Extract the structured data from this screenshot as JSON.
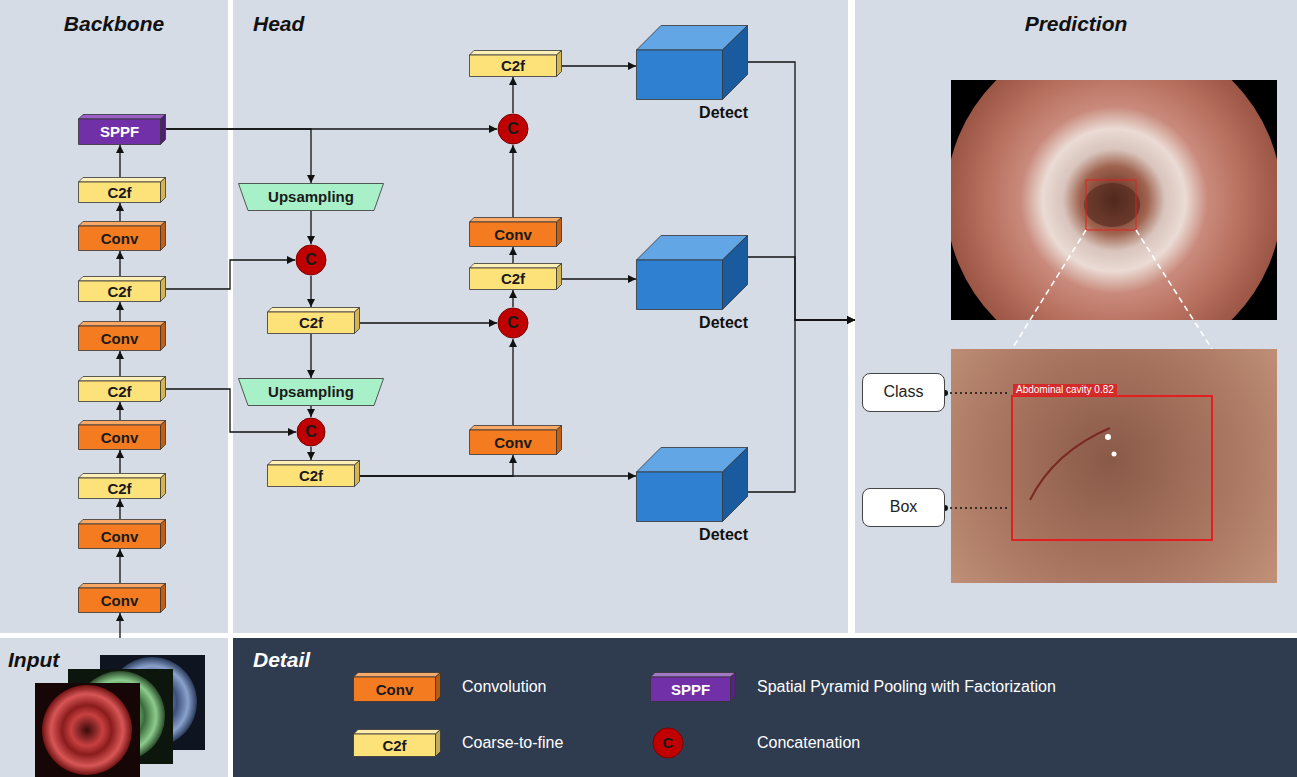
{
  "diagram": {
    "nodes": [
      {
        "text": [
          "Backbone"
        ]
      },
      {
        "text": [
          "Head"
        ]
      },
      {
        "text": [
          "Prediction"
        ]
      },
      {
        "text": [
          "Input"
        ]
      },
      {
        "text": [
          "Detail"
        ]
      },
      {
        "text": [
          "Conv"
        ],
        "in": 0
      },
      {
        "text": [
          "Conv"
        ],
        "in": 0
      },
      {
        "text": [
          "C2f"
        ],
        "in": 0
      },
      {
        "text": [
          "Conv"
        ],
        "in": 0
      },
      {
        "text": [
          "C2f"
        ],
        "in": 0
      },
      {
        "text": [
          "Conv"
        ],
        "in": 0
      },
      {
        "text": [
          "C2f"
        ],
        "in": 0
      },
      {
        "text": [
          "Conv"
        ],
        "in": 0
      },
      {
        "text": [
          "C2f"
        ],
        "in": 0
      },
      {
        "text": [
          "SPPF"
        ],
        "in": 0
      },
      {
        "text": [
          "Upsampling"
        ],
        "in": 1
      },
      {
        "text": [
          "C"
        ],
        "in": 1
      },
      {
        "text": [
          "C2f"
        ],
        "in": 1
      },
      {
        "text": [
          "Upsampling"
        ],
        "in": 1
      },
      {
        "text": [
          "C"
        ],
        "in": 1
      },
      {
        "text": [
          "C2f"
        ],
        "in": 1
      },
      {
        "text": [
          "Conv"
        ],
        "in": 1
      },
      {
        "text": [
          "C"
        ],
        "in": 1
      },
      {
        "text": [
          "C2f"
        ],
        "in": 1
      },
      {
        "text": [
          "Conv"
        ],
        "in": 1
      },
      {
        "text": [
          "C"
        ],
        "in": 1
      },
      {
        "text": [
          "C2f"
        ],
        "in": 1
      },
      {
        "text": [
          "Detect"
        ],
        "in": 1
      },
      {
        "text": [
          "Detect"
        ],
        "in": 1
      },
      {
        "text": [
          "Detect"
        ],
        "in": 1
      },
      {
        "text": [
          "Class"
        ],
        "in": 2
      },
      {
        "text": [
          "Box"
        ],
        "in": 2
      }
    ],
    "edges": [
      {
        "from": 3,
        "to": 5,
        "arrow": "to"
      },
      {
        "from": 5,
        "to": 6,
        "arrow": "to"
      },
      {
        "from": 6,
        "to": 7,
        "arrow": "to"
      },
      {
        "from": 7,
        "to": 8,
        "arrow": "to"
      },
      {
        "from": 8,
        "to": 9,
        "arrow": "to"
      },
      {
        "from": 9,
        "to": 10,
        "arrow": "to"
      },
      {
        "from": 10,
        "to": 11,
        "arrow": "to"
      },
      {
        "from": 11,
        "to": 12,
        "arrow": "to"
      },
      {
        "from": 12,
        "to": 13,
        "arrow": "to"
      },
      {
        "from": 13,
        "to": 14,
        "arrow": "to"
      },
      {
        "from": 14,
        "to": 15,
        "arrow": "to"
      },
      {
        "from": 14,
        "to": 25,
        "arrow": "to"
      },
      {
        "from": 11,
        "to": 16,
        "arrow": "to"
      },
      {
        "from": 15,
        "to": 16,
        "arrow": "to"
      },
      {
        "from": 16,
        "to": 17,
        "arrow": "to"
      },
      {
        "from": 17,
        "to": 18,
        "arrow": "to"
      },
      {
        "from": 18,
        "to": 19,
        "arrow": "to"
      },
      {
        "from": 9,
        "to": 19,
        "arrow": "to"
      },
      {
        "from": 19,
        "to": 20,
        "arrow": "to"
      },
      {
        "from": 17,
        "to": 22,
        "arrow": "to"
      },
      {
        "from": 20,
        "to": 29,
        "arrow": "to"
      },
      {
        "from": 20,
        "to": 21,
        "arrow": "to"
      },
      {
        "from": 21,
        "to": 22,
        "arrow": "to"
      },
      {
        "from": 22,
        "to": 23,
        "arrow": "to"
      },
      {
        "from": 23,
        "to": 24,
        "arrow": "to"
      },
      {
        "from": 24,
        "to": 25,
        "arrow": "to"
      },
      {
        "from": 25,
        "to": 26,
        "arrow": "to"
      },
      {
        "from": 26,
        "to": 27,
        "arrow": "to"
      },
      {
        "from": 23,
        "to": 28,
        "arrow": "to"
      },
      {
        "from": 27,
        "to": 2,
        "arrow": "to"
      },
      {
        "from": 28,
        "to": 2,
        "arrow": "to"
      },
      {
        "from": 29,
        "to": 2,
        "arrow": "to"
      }
    ],
    "labels": [
      "Abdominal cavity 0.82",
      "Conv",
      "SPPF",
      "C2f",
      "C"
    ],
    "legend": [
      {
        "text": "Convolution",
        "color": "#f47b20"
      },
      {
        "text": "Spatial Pyramid Pooling with Factorization",
        "color": "#7230a8"
      },
      {
        "text": "Coarse-to-fine",
        "color": "#fde27a"
      },
      {
        "text": "Concatenation",
        "color": "#c00000"
      }
    ]
  }
}
